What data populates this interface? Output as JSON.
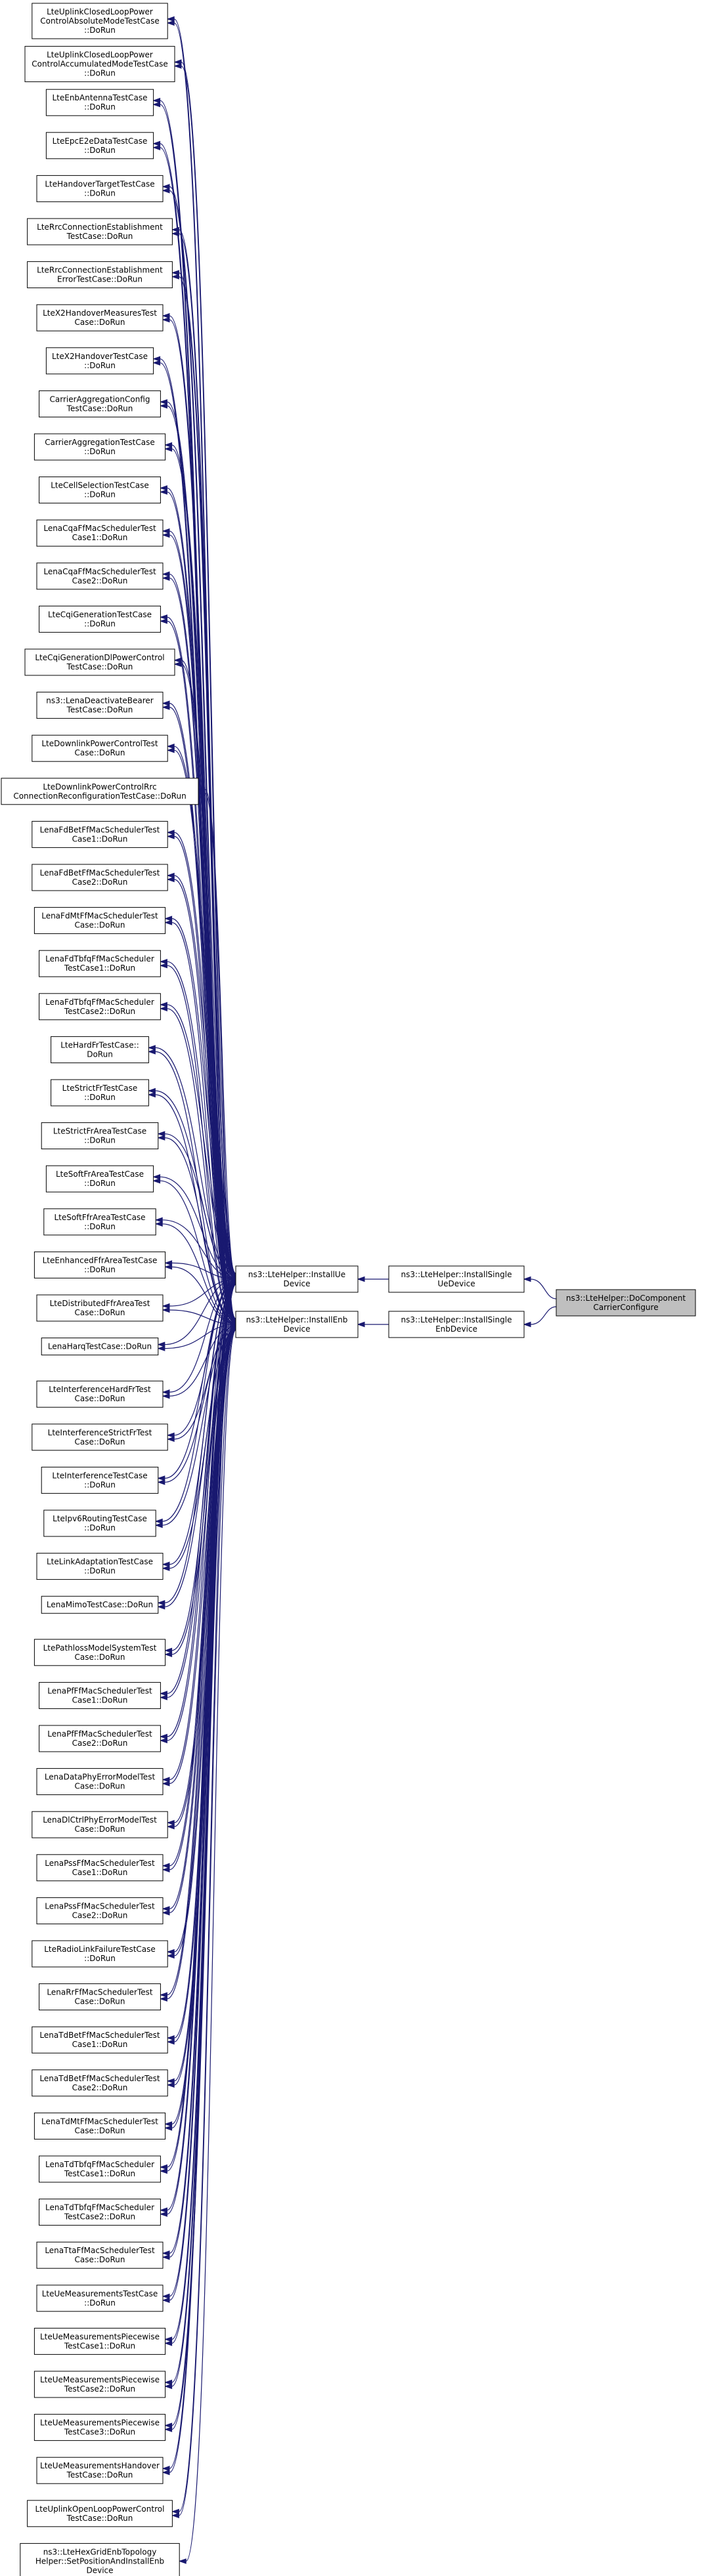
{
  "focus": {
    "id": "focus",
    "lines": [
      "ns3::LteHelper::DoComponent",
      "CarrierConfigure"
    ]
  },
  "mid_nodes": [
    {
      "id": "ue",
      "lines": [
        "ns3::LteHelper::InstallSingle",
        "UeDevice"
      ]
    },
    {
      "id": "enb",
      "lines": [
        "ns3::LteHelper::InstallSingle",
        "EnbDevice"
      ]
    }
  ],
  "install_nodes": [
    {
      "id": "installUe",
      "lines": [
        "ns3::LteHelper::InstallUe",
        "Device"
      ]
    },
    {
      "id": "installEnb",
      "lines": [
        "ns3::LteHelper::InstallEnb",
        "Device"
      ]
    }
  ],
  "callers": [
    {
      "lines": [
        "LteUplinkClosedLoopPower",
        "ControlAbsoluteModeTestCase",
        "::DoRun"
      ],
      "targets": [
        "installUe",
        "installEnb"
      ]
    },
    {
      "lines": [
        "LteUplinkClosedLoopPower",
        "ControlAccumulatedModeTestCase",
        "::DoRun"
      ],
      "targets": [
        "installUe",
        "installEnb"
      ]
    },
    {
      "lines": [
        "LteEnbAntennaTestCase",
        "::DoRun"
      ],
      "targets": [
        "installUe",
        "installEnb"
      ]
    },
    {
      "lines": [
        "LteEpcE2eDataTestCase",
        "::DoRun"
      ],
      "targets": [
        "installUe",
        "installEnb"
      ]
    },
    {
      "lines": [
        "LteHandoverTargetTestCase",
        "::DoRun"
      ],
      "targets": [
        "installUe",
        "installEnb"
      ]
    },
    {
      "lines": [
        "LteRrcConnectionEstablishment",
        "TestCase::DoRun"
      ],
      "targets": [
        "installUe",
        "installEnb"
      ]
    },
    {
      "lines": [
        "LteRrcConnectionEstablishment",
        "ErrorTestCase::DoRun"
      ],
      "targets": [
        "installUe",
        "installEnb"
      ]
    },
    {
      "lines": [
        "LteX2HandoverMeasuresTest",
        "Case::DoRun"
      ],
      "targets": [
        "installUe",
        "installEnb"
      ]
    },
    {
      "lines": [
        "LteX2HandoverTestCase",
        "::DoRun"
      ],
      "targets": [
        "installUe",
        "installEnb"
      ]
    },
    {
      "lines": [
        "CarrierAggregationConfig",
        "TestCase::DoRun"
      ],
      "targets": [
        "installUe",
        "installEnb"
      ]
    },
    {
      "lines": [
        "CarrierAggregationTestCase",
        "::DoRun"
      ],
      "targets": [
        "installUe",
        "installEnb"
      ]
    },
    {
      "lines": [
        "LteCellSelectionTestCase",
        "::DoRun"
      ],
      "targets": [
        "installUe",
        "installEnb"
      ]
    },
    {
      "lines": [
        "LenaCqaFfMacSchedulerTest",
        "Case1::DoRun"
      ],
      "targets": [
        "installUe",
        "installEnb"
      ]
    },
    {
      "lines": [
        "LenaCqaFfMacSchedulerTest",
        "Case2::DoRun"
      ],
      "targets": [
        "installUe",
        "installEnb"
      ]
    },
    {
      "lines": [
        "LteCqiGenerationTestCase",
        "::DoRun"
      ],
      "targets": [
        "installUe",
        "installEnb"
      ]
    },
    {
      "lines": [
        "LteCqiGenerationDlPowerControl",
        "TestCase::DoRun"
      ],
      "targets": [
        "installUe",
        "installEnb"
      ]
    },
    {
      "lines": [
        "ns3::LenaDeactivateBearer",
        "TestCase::DoRun"
      ],
      "targets": [
        "installUe",
        "installEnb"
      ]
    },
    {
      "lines": [
        "LteDownlinkPowerControlTest",
        "Case::DoRun"
      ],
      "targets": [
        "installUe",
        "installEnb"
      ]
    },
    {
      "lines": [
        "LteDownlinkPowerControlRrc",
        "ConnectionReconfigurationTestCase::DoRun"
      ],
      "targets": [
        "installUe",
        "installEnb"
      ]
    },
    {
      "lines": [
        "LenaFdBetFfMacSchedulerTest",
        "Case1::DoRun"
      ],
      "targets": [
        "installUe",
        "installEnb"
      ]
    },
    {
      "lines": [
        "LenaFdBetFfMacSchedulerTest",
        "Case2::DoRun"
      ],
      "targets": [
        "installUe",
        "installEnb"
      ]
    },
    {
      "lines": [
        "LenaFdMtFfMacSchedulerTest",
        "Case::DoRun"
      ],
      "targets": [
        "installUe",
        "installEnb"
      ]
    },
    {
      "lines": [
        "LenaFdTbfqFfMacScheduler",
        "TestCase1::DoRun"
      ],
      "targets": [
        "installUe",
        "installEnb"
      ]
    },
    {
      "lines": [
        "LenaFdTbfqFfMacScheduler",
        "TestCase2::DoRun"
      ],
      "targets": [
        "installUe",
        "installEnb"
      ]
    },
    {
      "lines": [
        "LteHardFrTestCase::",
        "DoRun"
      ],
      "targets": [
        "installUe",
        "installEnb"
      ]
    },
    {
      "lines": [
        "LteStrictFrTestCase",
        "::DoRun"
      ],
      "targets": [
        "installUe",
        "installEnb"
      ]
    },
    {
      "lines": [
        "LteStrictFrAreaTestCase",
        "::DoRun"
      ],
      "targets": [
        "installUe",
        "installEnb"
      ]
    },
    {
      "lines": [
        "LteSoftFrAreaTestCase",
        "::DoRun"
      ],
      "targets": [
        "installUe",
        "installEnb"
      ]
    },
    {
      "lines": [
        "LteSoftFfrAreaTestCase",
        "::DoRun"
      ],
      "targets": [
        "installUe",
        "installEnb"
      ]
    },
    {
      "lines": [
        "LteEnhancedFfrAreaTestCase",
        "::DoRun"
      ],
      "targets": [
        "installUe",
        "installEnb"
      ]
    },
    {
      "lines": [
        "LteDistributedFfrAreaTest",
        "Case::DoRun"
      ],
      "targets": [
        "installUe",
        "installEnb"
      ]
    },
    {
      "lines": [
        "LenaHarqTestCase::DoRun"
      ],
      "targets": [
        "installUe",
        "installEnb"
      ]
    },
    {
      "lines": [
        "LteInterferenceHardFrTest",
        "Case::DoRun"
      ],
      "targets": [
        "installUe",
        "installEnb"
      ]
    },
    {
      "lines": [
        "LteInterferenceStrictFrTest",
        "Case::DoRun"
      ],
      "targets": [
        "installUe",
        "installEnb"
      ]
    },
    {
      "lines": [
        "LteInterferenceTestCase",
        "::DoRun"
      ],
      "targets": [
        "installUe",
        "installEnb"
      ]
    },
    {
      "lines": [
        "LteIpv6RoutingTestCase",
        "::DoRun"
      ],
      "targets": [
        "installUe",
        "installEnb"
      ]
    },
    {
      "lines": [
        "LteLinkAdaptationTestCase",
        "::DoRun"
      ],
      "targets": [
        "installUe",
        "installEnb"
      ]
    },
    {
      "lines": [
        "LenaMimoTestCase::DoRun"
      ],
      "targets": [
        "installUe",
        "installEnb"
      ]
    },
    {
      "lines": [
        "LtePathlossModelSystemTest",
        "Case::DoRun"
      ],
      "targets": [
        "installUe",
        "installEnb"
      ]
    },
    {
      "lines": [
        "LenaPfFfMacSchedulerTest",
        "Case1::DoRun"
      ],
      "targets": [
        "installUe",
        "installEnb"
      ]
    },
    {
      "lines": [
        "LenaPfFfMacSchedulerTest",
        "Case2::DoRun"
      ],
      "targets": [
        "installUe",
        "installEnb"
      ]
    },
    {
      "lines": [
        "LenaDataPhyErrorModelTest",
        "Case::DoRun"
      ],
      "targets": [
        "installUe",
        "installEnb"
      ]
    },
    {
      "lines": [
        "LenaDlCtrlPhyErrorModelTest",
        "Case::DoRun"
      ],
      "targets": [
        "installUe",
        "installEnb"
      ]
    },
    {
      "lines": [
        "LenaPssFfMacSchedulerTest",
        "Case1::DoRun"
      ],
      "targets": [
        "installUe",
        "installEnb"
      ]
    },
    {
      "lines": [
        "LenaPssFfMacSchedulerTest",
        "Case2::DoRun"
      ],
      "targets": [
        "installUe",
        "installEnb"
      ]
    },
    {
      "lines": [
        "LteRadioLinkFailureTestCase",
        "::DoRun"
      ],
      "targets": [
        "installUe",
        "installEnb"
      ]
    },
    {
      "lines": [
        "LenaRrFfMacSchedulerTest",
        "Case::DoRun"
      ],
      "targets": [
        "installUe",
        "installEnb"
      ]
    },
    {
      "lines": [
        "LenaTdBetFfMacSchedulerTest",
        "Case1::DoRun"
      ],
      "targets": [
        "installUe",
        "installEnb"
      ]
    },
    {
      "lines": [
        "LenaTdBetFfMacSchedulerTest",
        "Case2::DoRun"
      ],
      "targets": [
        "installUe",
        "installEnb"
      ]
    },
    {
      "lines": [
        "LenaTdMtFfMacSchedulerTest",
        "Case::DoRun"
      ],
      "targets": [
        "installUe",
        "installEnb"
      ]
    },
    {
      "lines": [
        "LenaTdTbfqFfMacScheduler",
        "TestCase1::DoRun"
      ],
      "targets": [
        "installUe",
        "installEnb"
      ]
    },
    {
      "lines": [
        "LenaTdTbfqFfMacScheduler",
        "TestCase2::DoRun"
      ],
      "targets": [
        "installUe",
        "installEnb"
      ]
    },
    {
      "lines": [
        "LenaTtaFfMacSchedulerTest",
        "Case::DoRun"
      ],
      "targets": [
        "installUe",
        "installEnb"
      ]
    },
    {
      "lines": [
        "LteUeMeasurementsTestCase",
        "::DoRun"
      ],
      "targets": [
        "installUe",
        "installEnb"
      ]
    },
    {
      "lines": [
        "LteUeMeasurementsPiecewise",
        "TestCase1::DoRun"
      ],
      "targets": [
        "installUe",
        "installEnb"
      ]
    },
    {
      "lines": [
        "LteUeMeasurementsPiecewise",
        "TestCase2::DoRun"
      ],
      "targets": [
        "installUe",
        "installEnb"
      ]
    },
    {
      "lines": [
        "LteUeMeasurementsPiecewise",
        "TestCase3::DoRun"
      ],
      "targets": [
        "installUe",
        "installEnb"
      ]
    },
    {
      "lines": [
        "LteUeMeasurementsHandover",
        "TestCase::DoRun"
      ],
      "targets": [
        "installUe",
        "installEnb"
      ]
    },
    {
      "lines": [
        "LteUplinkOpenLoopPowerControl",
        "TestCase::DoRun"
      ],
      "targets": [
        "installUe",
        "installEnb"
      ]
    },
    {
      "lines": [
        "ns3::LteHexGridEnbTopology",
        "Helper::SetPositionAndInstallEnb",
        "Device"
      ],
      "targets": [
        "installEnb"
      ]
    }
  ]
}
